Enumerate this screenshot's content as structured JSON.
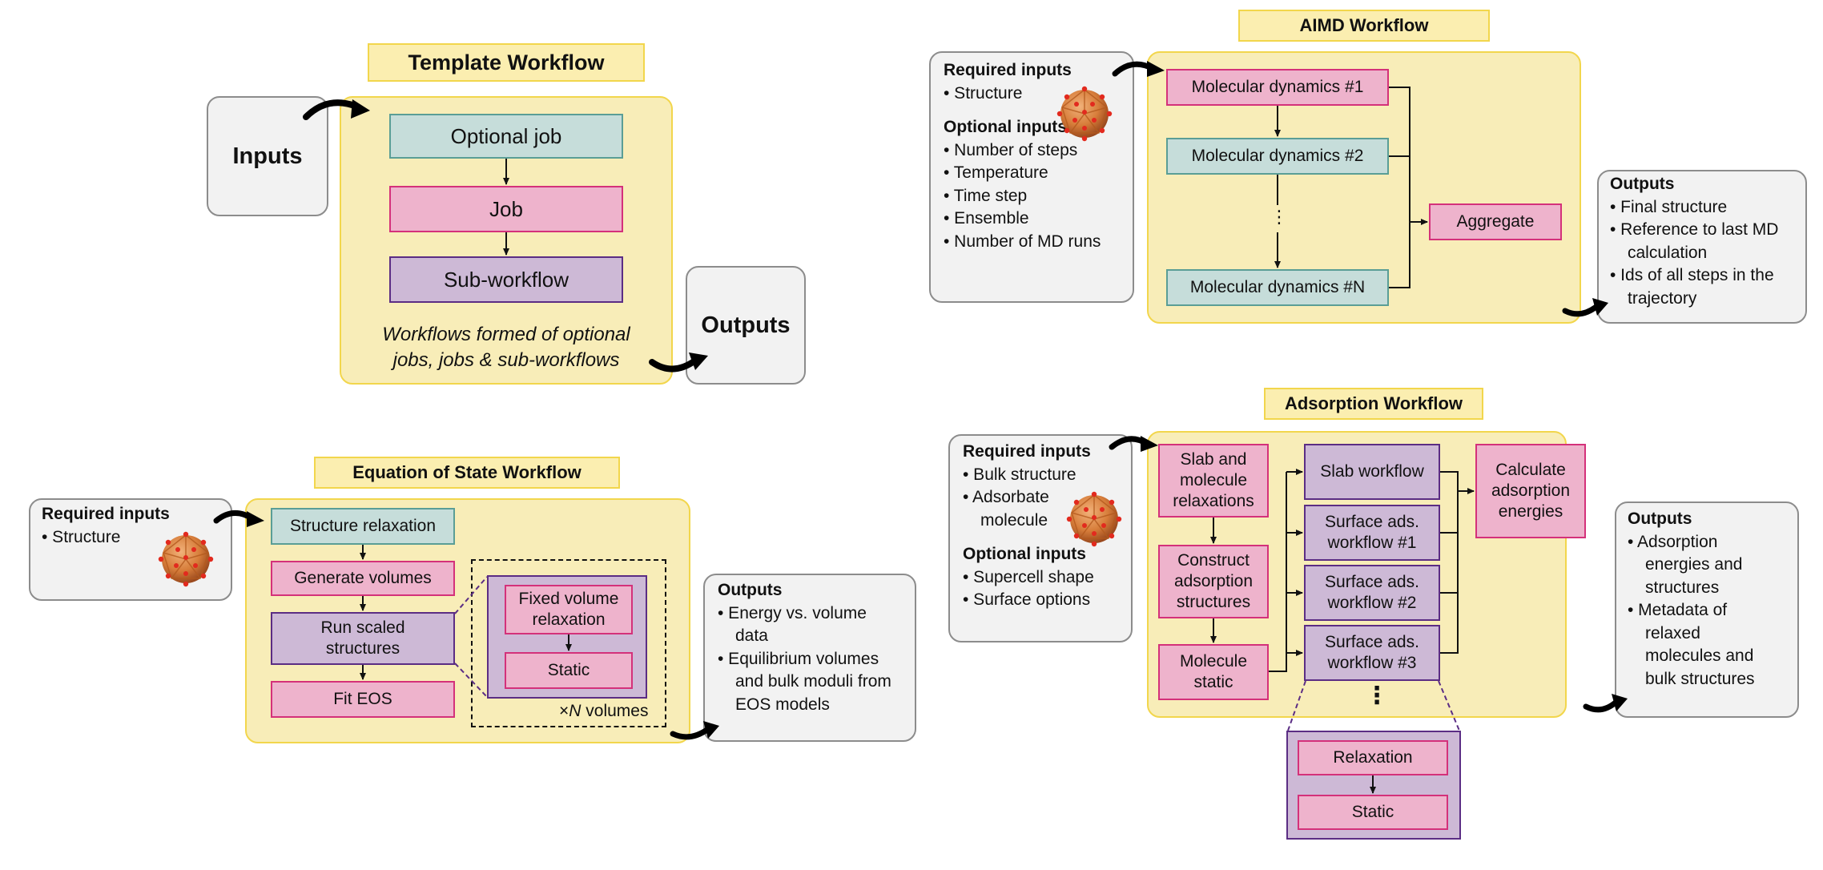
{
  "template": {
    "title": "Template Workflow",
    "inputs": "Inputs",
    "optional_job": "Optional job",
    "job": "Job",
    "sub_workflow": "Sub-workflow",
    "caption_line1": "Workflows formed of optional",
    "caption_line2": "jobs, jobs & sub-workflows",
    "outputs": "Outputs"
  },
  "aimd": {
    "title": "AIMD Workflow",
    "required_header": "Required inputs",
    "required_items": [
      "• Structure"
    ],
    "optional_header": "Optional inputs",
    "optional_items": [
      "• Number of steps",
      "• Temperature",
      "• Time step",
      "• Ensemble",
      "• Number of MD runs"
    ],
    "md1": "Molecular dynamics #1",
    "md2": "Molecular dynamics #2",
    "vdots": "⋮",
    "mdn": "Molecular dynamics #N",
    "aggregate": "Aggregate",
    "outputs_header": "Outputs",
    "outputs_items": [
      "• Final structure",
      "• Reference to last MD",
      "calculation",
      "• Ids of all steps in the",
      "trajectory"
    ]
  },
  "eos": {
    "title": "Equation of State Workflow",
    "required_header": "Required inputs",
    "required_items": [
      "• Structure"
    ],
    "structure_relaxation": "Structure relaxation",
    "generate_volumes": "Generate volumes",
    "run_scaled_1": "Run scaled",
    "run_scaled_2": "structures",
    "fit_eos": "Fit EOS",
    "fixed_volume_1": "Fixed volume",
    "fixed_volume_2": "relaxation",
    "static": "Static",
    "n_volumes_prefix": "×",
    "n_volumes_n": "N",
    "n_volumes_suffix": " volumes",
    "outputs_header": "Outputs",
    "outputs_items": [
      "• Energy vs. volume",
      "data",
      "• Equilibrium volumes",
      "and bulk moduli from",
      "EOS models"
    ]
  },
  "adsorption": {
    "title": "Adsorption Workflow",
    "required_header": "Required inputs",
    "required_items": [
      "• Bulk structure",
      "• Adsorbate",
      "molecule"
    ],
    "optional_header": "Optional inputs",
    "optional_items": [
      "• Supercell shape",
      "• Surface options"
    ],
    "slab_molecule": [
      "Slab and",
      "molecule",
      "relaxations"
    ],
    "construct": [
      "Construct",
      "adsorption",
      "structures"
    ],
    "molecule_static": [
      "Molecule",
      "static"
    ],
    "slab_workflow": "Slab workflow",
    "surface_1": [
      "Surface ads.",
      "workflow #1"
    ],
    "surface_2": [
      "Surface ads.",
      "workflow #2"
    ],
    "surface_3": [
      "Surface ads.",
      "workflow #3"
    ],
    "vdots": "⋮",
    "calculate": [
      "Calculate",
      "adsorption",
      "energies"
    ],
    "relaxation": "Relaxation",
    "static": "Static",
    "outputs_header": "Outputs",
    "outputs_items": [
      "• Adsorption",
      "energies and",
      "structures",
      "• Metadata of",
      "relaxed",
      "molecules and",
      "bulk structures"
    ]
  },
  "colors": {
    "panel_fill": "#f8edb8",
    "panel_border": "#f2d64c",
    "job_fill": "#eeb3cc",
    "job_border": "#d4317a",
    "optional_fill": "#c6ddda",
    "optional_border": "#5a9e96",
    "subworkflow_fill": "#cdb9d6",
    "subworkflow_border": "#5b2d84",
    "io_fill": "#f2f2f2",
    "io_border": "#8c8c8c"
  },
  "icons": [
    "crystal-structure-icon",
    "curved-arrow-icon"
  ]
}
